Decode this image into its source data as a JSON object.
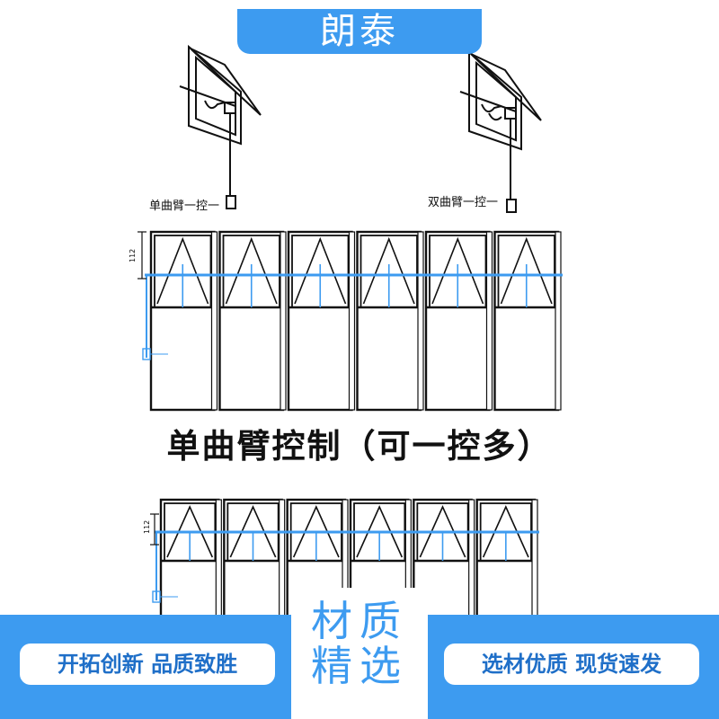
{
  "header": {
    "title": "朗泰"
  },
  "diagram": {
    "left_label": "单曲臂一控一",
    "right_label": "双曲臂一控一",
    "caption": "单曲臂控制（可一控多）",
    "dimension_label": "112",
    "top_panel_count": 6,
    "bottom_panel_count": 6
  },
  "banner": {
    "left_slogan": "开拓创新 品质致胜",
    "center_line1": "材质",
    "center_line2": "精选",
    "right_slogan": "选材优质 现货速发"
  },
  "colors": {
    "accent": "#3d9bf0",
    "frame": "#111111",
    "control_line": "#3d9bf0"
  }
}
